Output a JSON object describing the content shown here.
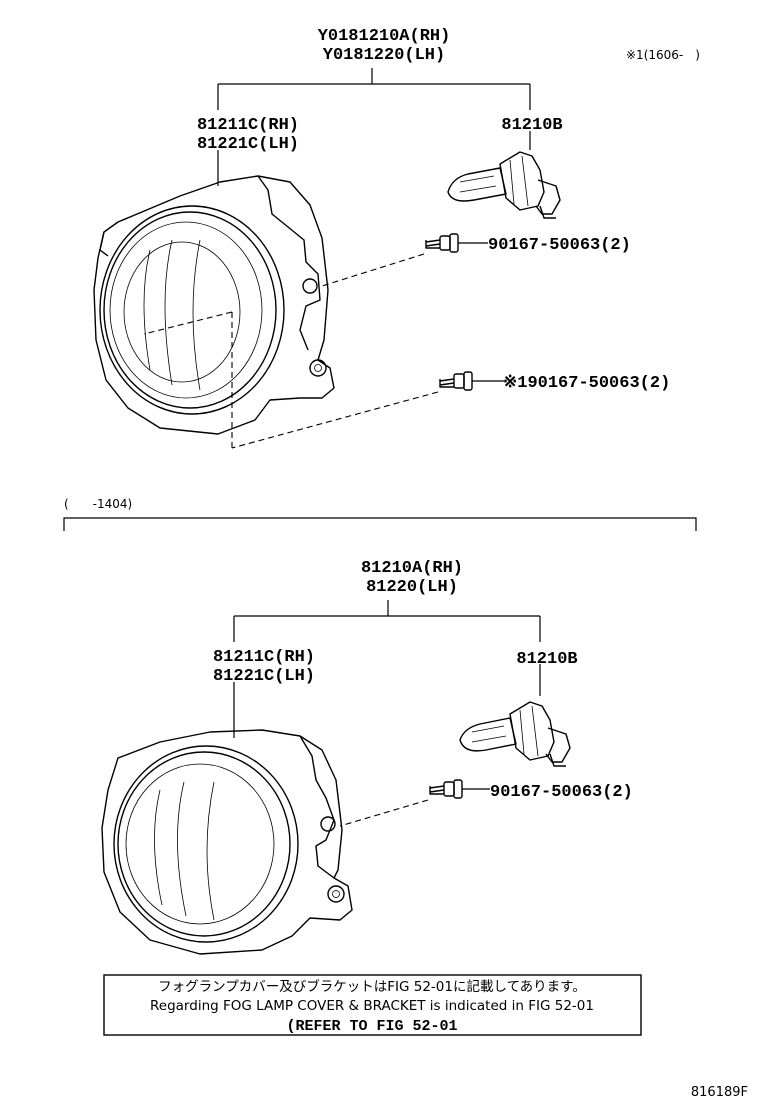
{
  "upper": {
    "assembly_rh": "Y0181210A(RH)",
    "assembly_lh": "Y0181220(LH)",
    "period_note": "※1(1606-　)",
    "lens_rh": "81211C(RH)",
    "lens_lh": "81221C(LH)",
    "bulb": "81210B",
    "screw1": "90167-50063(2)",
    "screw2": "※190167-50063(2)"
  },
  "divider_label": "(　　-1404)",
  "lower": {
    "assembly_rh": "81210A(RH)",
    "assembly_lh": "81220(LH)",
    "lens_rh": "81211C(RH)",
    "lens_lh": "81221C(LH)",
    "bulb": "81210B",
    "screw1": "90167-50063(2)"
  },
  "notice": {
    "line_jp": "フォグランプカバー及びブラケットはFIG 52-01に記載してあります。",
    "line_en": "Regarding FOG LAMP COVER & BRACKET is indicated in FIG 52-01",
    "line_ref": "(REFER TO FIG 52-01"
  },
  "figure_id": "816189F"
}
